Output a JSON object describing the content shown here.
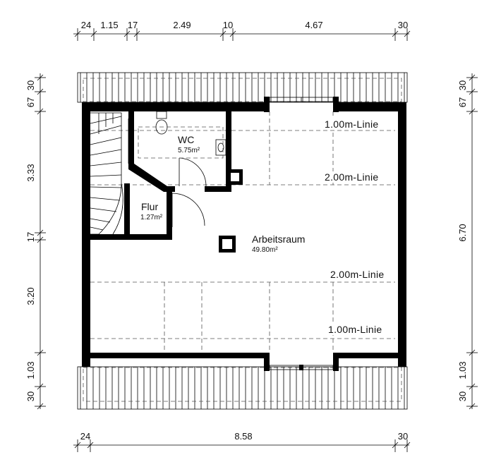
{
  "dimensions": {
    "top": [
      "24",
      "1.15",
      "17",
      "2.49",
      "10",
      "4.67",
      "30"
    ],
    "bottom": [
      "24",
      "8.58",
      "30"
    ],
    "left": [
      "30",
      "67",
      "3.33",
      "17",
      "3.20",
      "1.03",
      "30"
    ],
    "right": [
      "30",
      "67",
      "6.70",
      "1.03",
      "30"
    ]
  },
  "rooms": {
    "wc": {
      "name": "WC",
      "area": "5.75m²"
    },
    "flur": {
      "name": "Flur",
      "area": "1.27m²"
    },
    "arbeitsraum": {
      "name": "Arbeitsraum",
      "area": "49.80m²"
    }
  },
  "lines": {
    "top_1m": "1.00m-Linie",
    "top_2m": "2.00m-Linie",
    "bottom_2m": "2.00m-Linie",
    "bottom_1m": "1.00m-Linie"
  }
}
